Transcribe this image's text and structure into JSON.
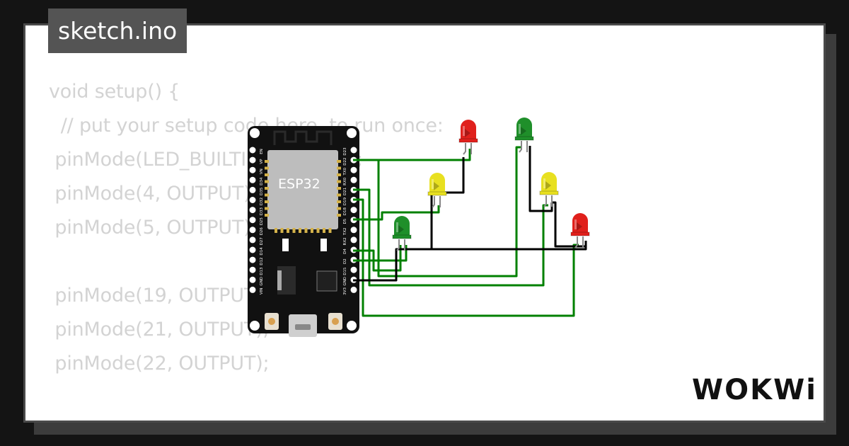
{
  "tab": {
    "filename": "sketch.ino"
  },
  "code_lines": [
    "void setup() {",
    "  // put your setup code here, to run once:",
    " pinMode(LED_BUILTIN, OUTPUT);",
    " pinMode(4, OUTPUT);",
    " pinMode(5, OUTPUT);",
    "",
    " pinMode(19, OUTPUT);",
    " pinMode(21, OUTPUT);",
    " pinMode(22, OUTPUT);",
    "",
    "}"
  ],
  "board": {
    "chip_label": "ESP32",
    "left_pins": [
      "EN",
      "VP",
      "VN",
      "D34",
      "D35",
      "D32",
      "D33",
      "D25",
      "D26",
      "D27",
      "D14",
      "D12",
      "D13",
      "GND",
      "VIN"
    ],
    "right_pins": [
      "D23",
      "D22",
      "TX0",
      "RX0",
      "D21",
      "D19",
      "D18",
      "D5",
      "TX2",
      "RX2",
      "D4",
      "D2",
      "D15",
      "GND",
      "3V3"
    ]
  },
  "leds": [
    {
      "id": "led-red-1",
      "color": "red"
    },
    {
      "id": "led-green-1",
      "color": "green"
    },
    {
      "id": "led-yellow-1",
      "color": "yellow"
    },
    {
      "id": "led-yellow-2",
      "color": "yellow"
    },
    {
      "id": "led-green-2",
      "color": "green"
    },
    {
      "id": "led-red-2",
      "color": "red"
    }
  ],
  "colors": {
    "wire_signal": "#008000",
    "wire_ground": "#000000",
    "led_red": "#e0201c",
    "led_green": "#1f8f2a",
    "led_yellow": "#e8e020",
    "board": "#111111"
  },
  "brand": {
    "logo_text": "WOKWi"
  }
}
